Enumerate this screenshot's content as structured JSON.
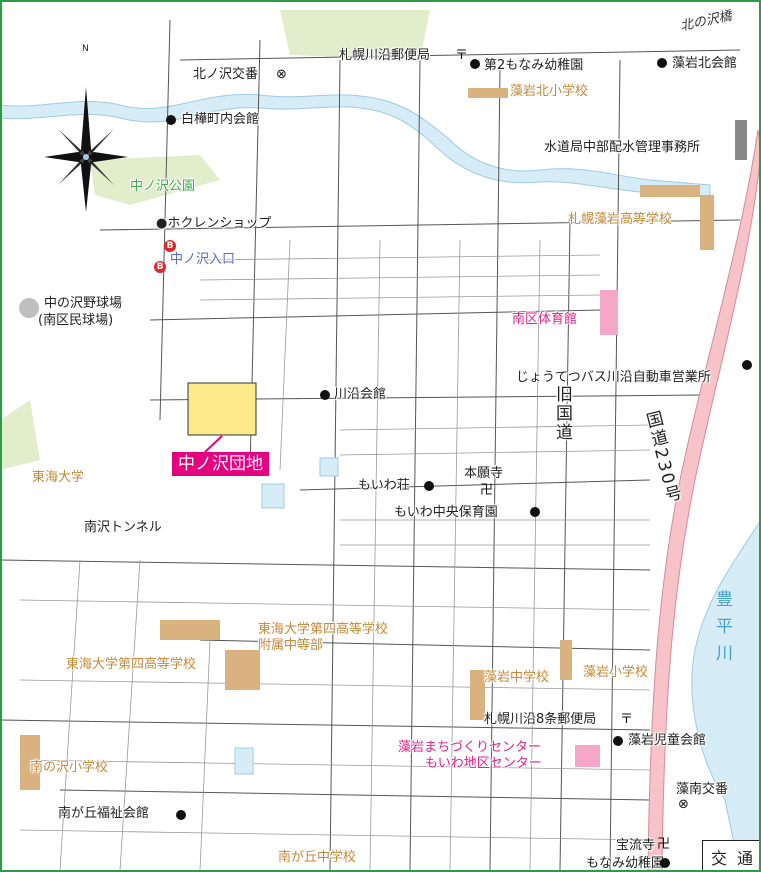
{
  "colors": {
    "river": "#d6ecf6",
    "park": "#e1edcb",
    "danchi": "#fbe98a",
    "school": "#d9b27f",
    "national_road": "#f7c2c8",
    "road_outline": "#555555",
    "frame": "#2e9b46"
  },
  "labels": {
    "kita_no_sawa_bashi": "北の沢橋",
    "post_kawazoe": "札幌川沿郵便局",
    "minami_kindergarten_2": "第2もなみ幼稚園",
    "moiwa_kita_hall": "藻岩北会館",
    "kita_no_sawa_koban": "北ノ沢交番",
    "moiwa_kita_elem": "藻岩北小学校",
    "shirakaba_hall": "白樺町内会館",
    "water_office": "水道局中部配水管理事務所",
    "nakanosawa_park": "中ノ沢公園",
    "moiwa_high": "札幌藻岩高等学校",
    "hokuren": "●ホクレンショップ",
    "nakanosawa_iriguchi": "中ノ沢入口",
    "baseball_1": "中の沢野球場",
    "baseball_2": "(南区民球場)",
    "minami_gym": "南区体育館",
    "jotetsu_bus": "じょうてつバス川沿自動車営業所",
    "kawazoe_hall": "川沿会館",
    "kyu_kokudo": "旧国道",
    "kokudo_230": "国道230号",
    "nakanosawa_danchi": "中ノ沢団地",
    "tokai_univ": "東海大学",
    "moiwa_so": "もいわ荘",
    "honganji": "本願寺",
    "moiwa_nursery": "もいわ中央保育園",
    "nanzawa_tunnel": "南沢トンネル",
    "toyohira_river": "豊平川",
    "tokai_4_high_1": "東海大学第四高等学校",
    "tokai_4_high_2": "附属中等部",
    "tokai_4_high_alt": "東海大学第四高等学校",
    "moiwa_jhs": "藻岩中学校",
    "moiwa_elem": "藻岩小学校",
    "post_kawazoe8": "札幌川沿8条郵便局",
    "machizukuri": "藻岩まちづくりセンター",
    "moiwa_district": "もいわ地区センター",
    "moiwa_children": "藻岩児童会館",
    "minaminosawa_elem": "南の沢小学校",
    "sonan_koban": "藻南交番",
    "minamigaoka_welfare": "南が丘福祉会館",
    "horyuji": "宝流寺",
    "minami_kindergarten": "もなみ幼稚園",
    "minamigaoka_jhs": "南が丘中学校",
    "legend_title": "交通"
  },
  "symbols": {
    "post_office": "〒",
    "police_box": "⊗",
    "temple": "卍",
    "bus_stop": "B",
    "facility": "●"
  }
}
